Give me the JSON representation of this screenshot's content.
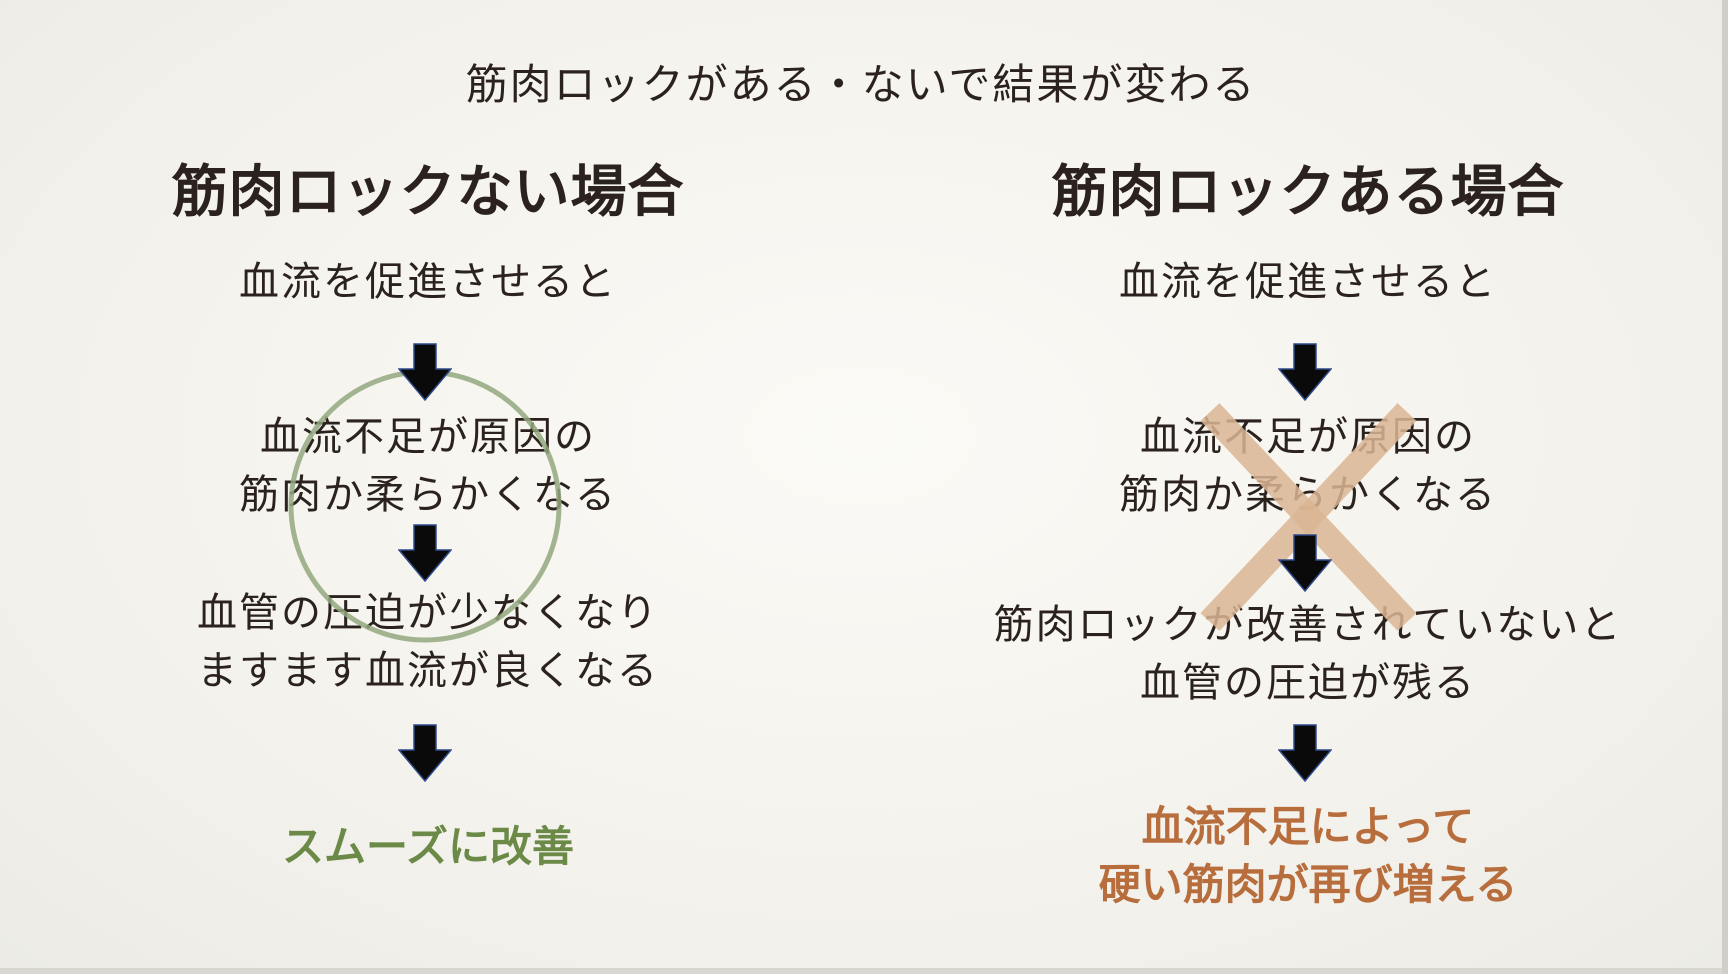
{
  "title": "筋肉ロックがある・ないで結果が変わる",
  "left": {
    "heading": "筋肉ロックない場合",
    "step1": "血流を促進させると",
    "step2_line1": "血流不足が原因の",
    "step2_line2": "筋肉か柔らかくなる",
    "step3_line1": "血管の圧迫が少なくなり",
    "step3_line2": "ますます血流が良くなる",
    "result": "スムーズに改善"
  },
  "right": {
    "heading": "筋肉ロックある場合",
    "step1": "血流を促進させると",
    "step2_line1": "血流不足が原因の",
    "step2_line2": "筋肉か柔らかくなる",
    "step3_line1": "筋肉ロックが改善されていないと",
    "step3_line2": "血管の圧迫が残る",
    "result_line1": "血流不足によって",
    "result_line2": "硬い筋肉が再び増える"
  },
  "colors": {
    "text": "#2b221e",
    "green": "#6b8a47",
    "orange": "#b86d3d",
    "circle": "#93a77f",
    "cross": "#dbb594",
    "arrow_fill": "#0a0a0a",
    "arrow_stroke": "#2f4a8a"
  },
  "icons": {
    "arrow": "down-arrow-icon",
    "circle": "circle-mark-icon",
    "cross": "cross-mark-icon"
  }
}
